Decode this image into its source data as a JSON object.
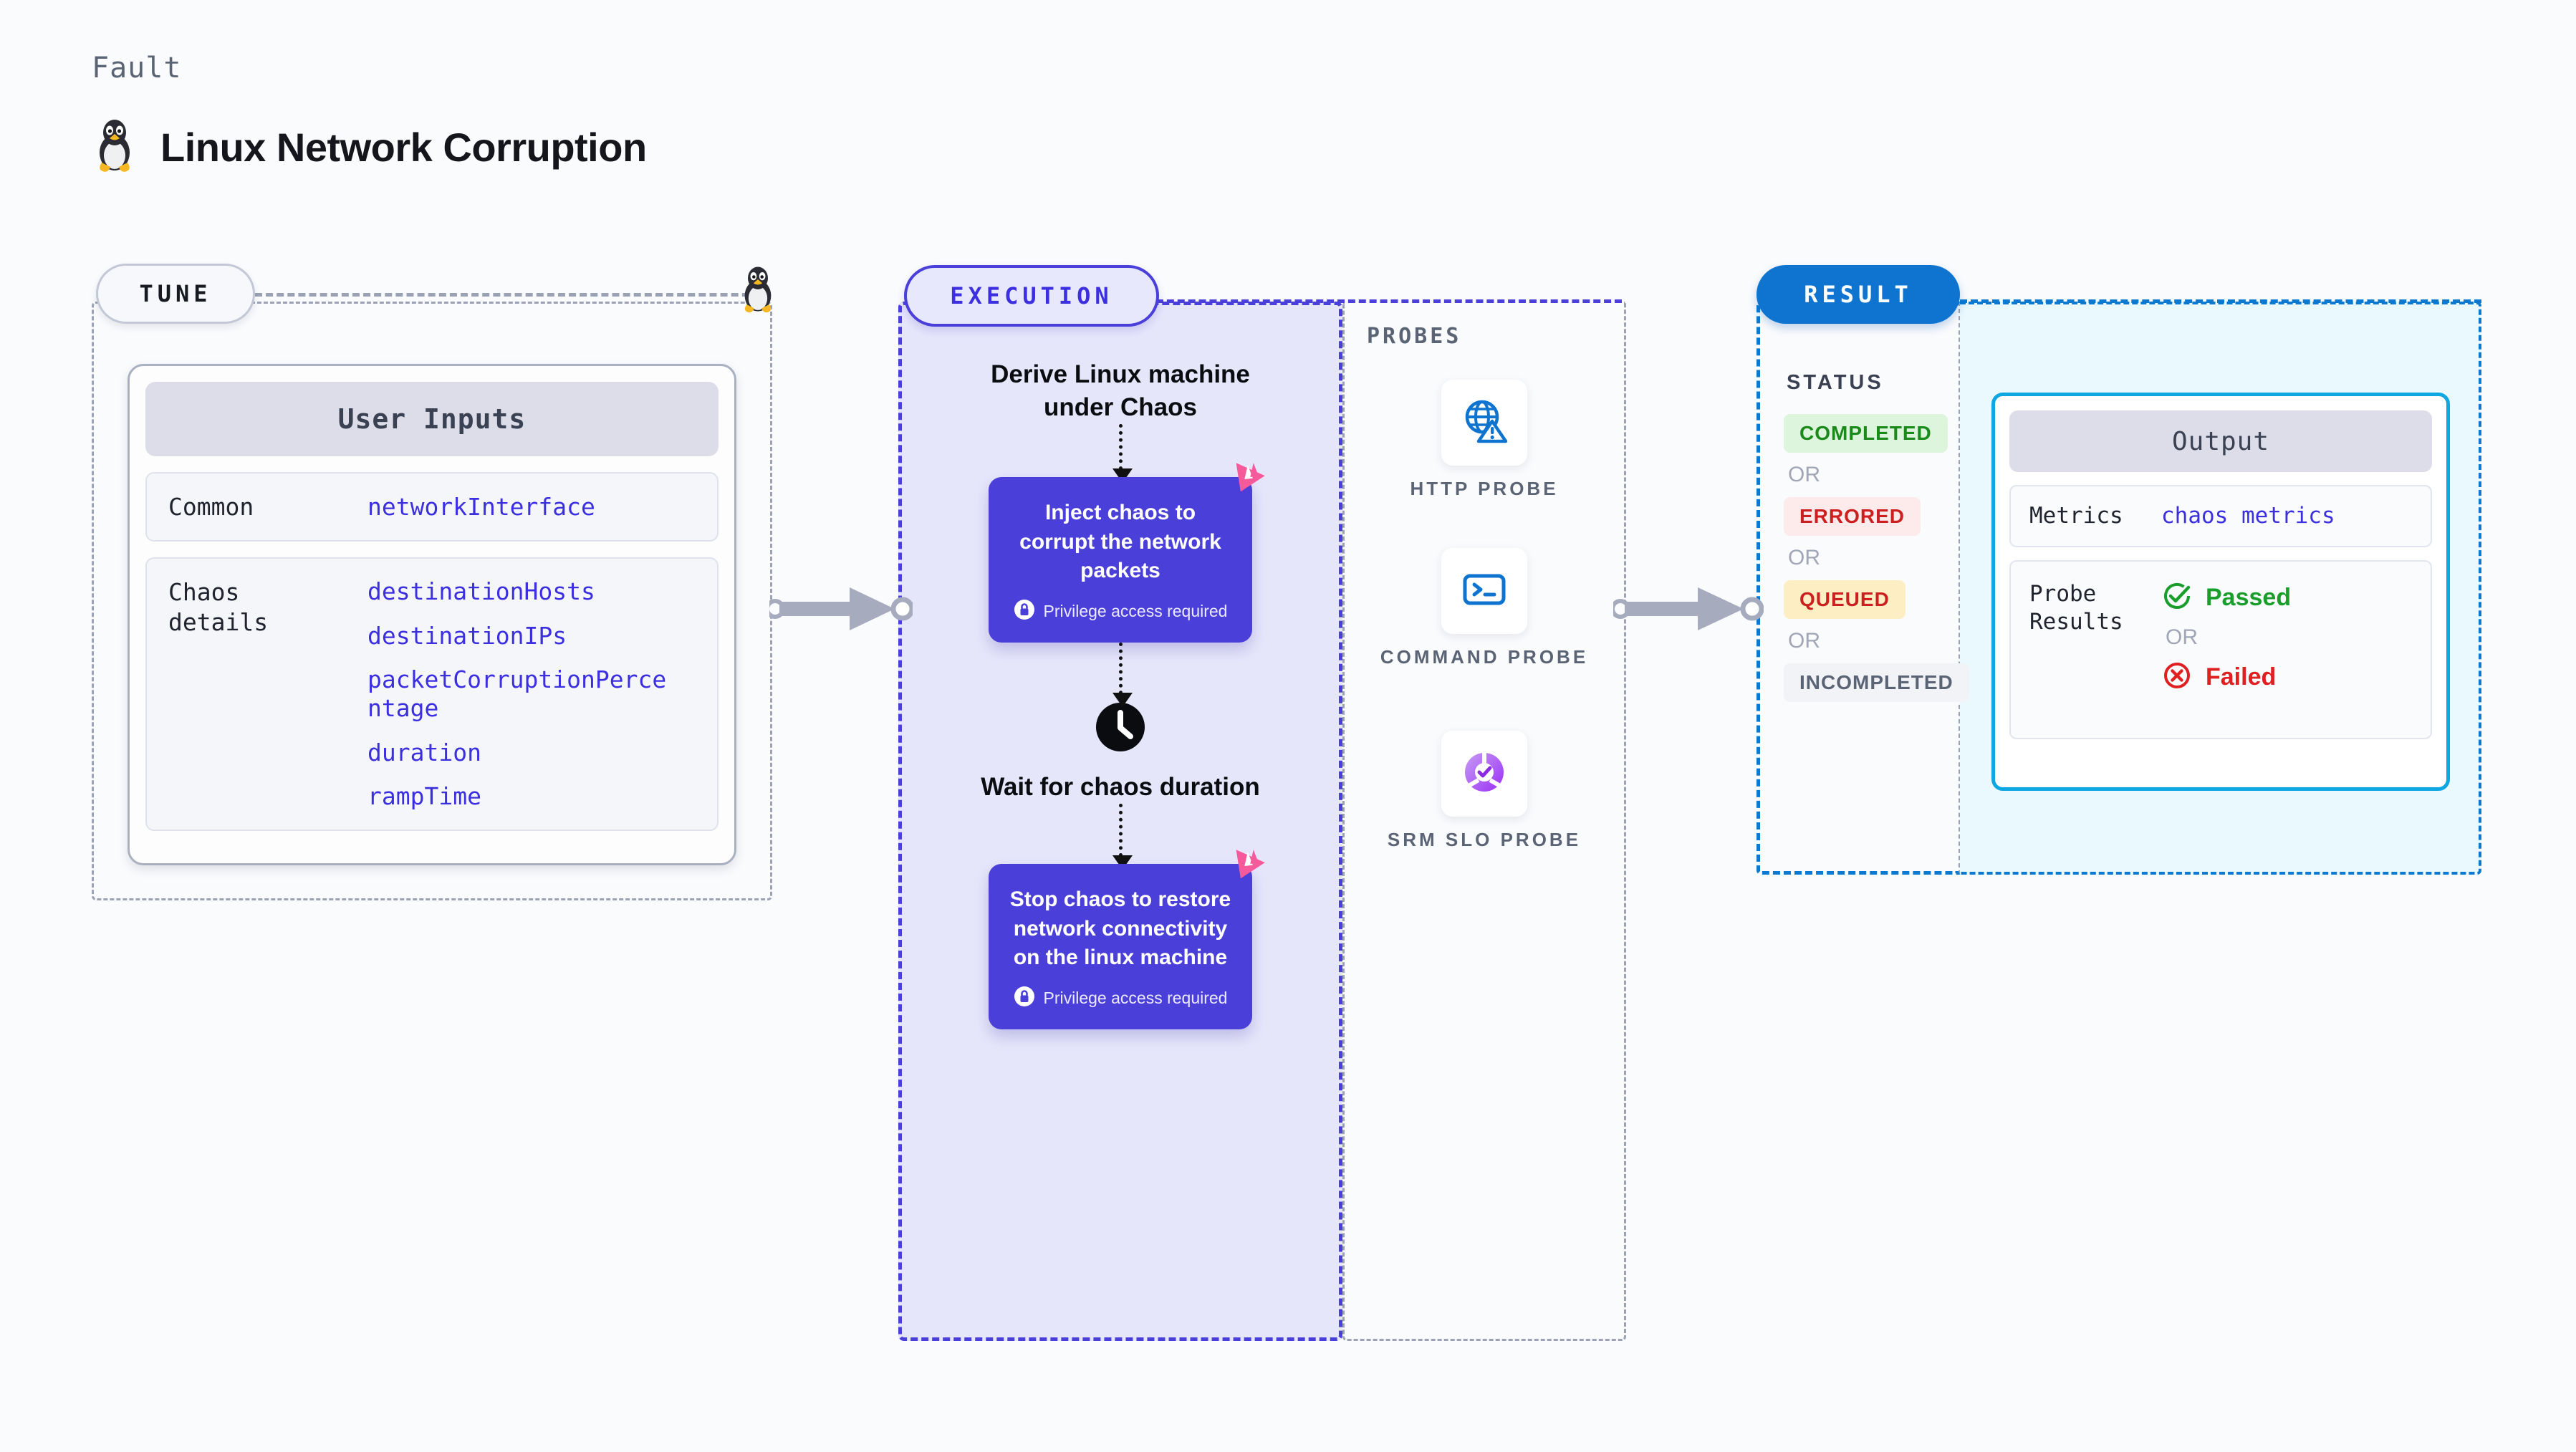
{
  "header": {
    "kicker": "Fault",
    "title": "Linux Network Corruption",
    "icon": "linux-penguin-icon"
  },
  "tune": {
    "badge": "TUNE",
    "card_title": "User Inputs",
    "sections": [
      {
        "key": "Common",
        "values": [
          "networkInterface"
        ]
      },
      {
        "key": "Chaos details",
        "values": [
          "destinationHosts",
          "destinationIPs",
          "packetCorruptionPercentage",
          "duration",
          "rampTime"
        ]
      }
    ]
  },
  "execution": {
    "badge": "EXECUTION",
    "steps": [
      {
        "type": "text",
        "label": "Derive Linux machine under Chaos"
      },
      {
        "type": "card",
        "label": "Inject chaos to corrupt the network packets",
        "note": "Privilege access required"
      },
      {
        "type": "clock",
        "label": "Wait for chaos duration"
      },
      {
        "type": "card",
        "label": "Stop chaos to restore network connectivity on the linux machine",
        "note": "Privilege access required"
      }
    ]
  },
  "probes": {
    "label": "PROBES",
    "items": [
      {
        "name": "HTTP PROBE",
        "icon": "globe-warning-icon"
      },
      {
        "name": "COMMAND PROBE",
        "icon": "terminal-icon"
      },
      {
        "name": "SRM SLO PROBE",
        "icon": "slo-donut-check-icon"
      }
    ]
  },
  "result": {
    "badge": "RESULT",
    "status_label": "STATUS",
    "or_label": "OR",
    "statuses": [
      {
        "label": "COMPLETED",
        "bg": "#dcf5dc",
        "fg": "#1a8a1a"
      },
      {
        "label": "ERRORED",
        "bg": "#fdeaea",
        "fg": "#cc1f1f"
      },
      {
        "label": "QUEUED",
        "bg": "#fdeec4",
        "fg": "#cc1f1f"
      },
      {
        "label": "INCOMPLETED",
        "bg": "#f2f3f7",
        "fg": "#5b6475"
      }
    ],
    "output": {
      "title": "Output",
      "metrics_key": "Metrics",
      "metrics_value": "chaos metrics",
      "probe_key": "Probe Results",
      "passed": "Passed",
      "failed": "Failed",
      "or_label": "OR"
    }
  },
  "colors": {
    "accent_purple": "#4b3fd9",
    "accent_blue": "#0f74cf",
    "accent_cyan": "#0fa6e4",
    "pink_flag": "#f65a9b",
    "passed_green": "#1a9e2b",
    "failed_red": "#e02020"
  }
}
